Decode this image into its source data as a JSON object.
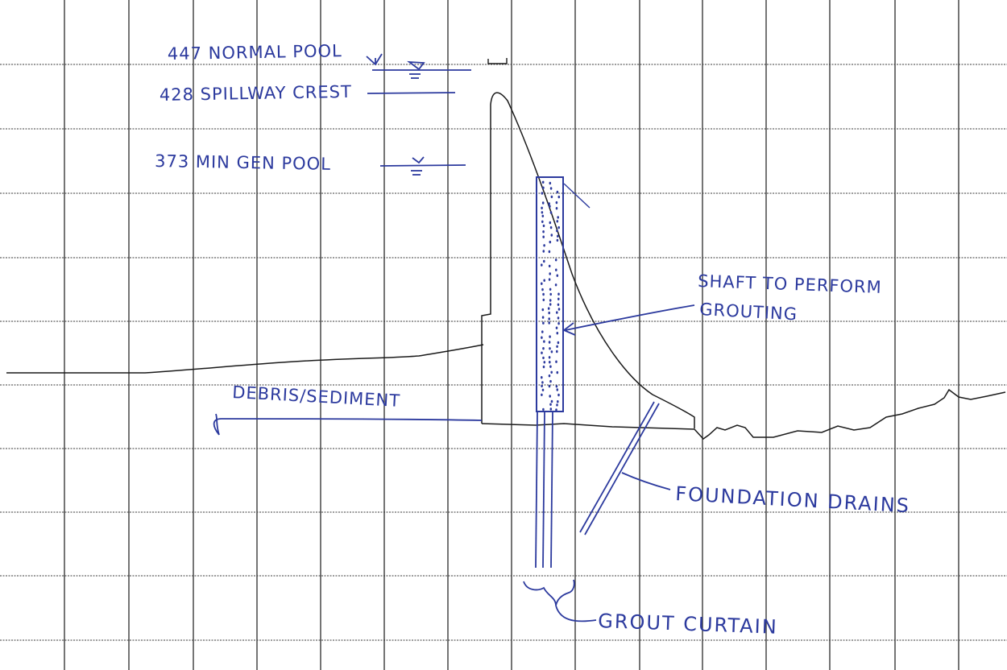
{
  "colors": {
    "paper": "#ffffff",
    "grid": "#3a3a3a",
    "ink_blue": "#2c3a9e",
    "ink_black": "#1a1a1a"
  },
  "labels": {
    "normal_pool": "447 NORMAL POOL",
    "spillway_crest": "428 SPILLWAY CREST",
    "min_gen_pool": "373 MIN GEN POOL",
    "shaft_line1": "SHAFT TO PERFORM",
    "shaft_line2": "GROUTING",
    "debris_sediment": "DEBRIS/SEDIMENT",
    "foundation_drains": "FOUNDATION DRAINS",
    "grout_curtain": "GROUT CURTAIN"
  }
}
